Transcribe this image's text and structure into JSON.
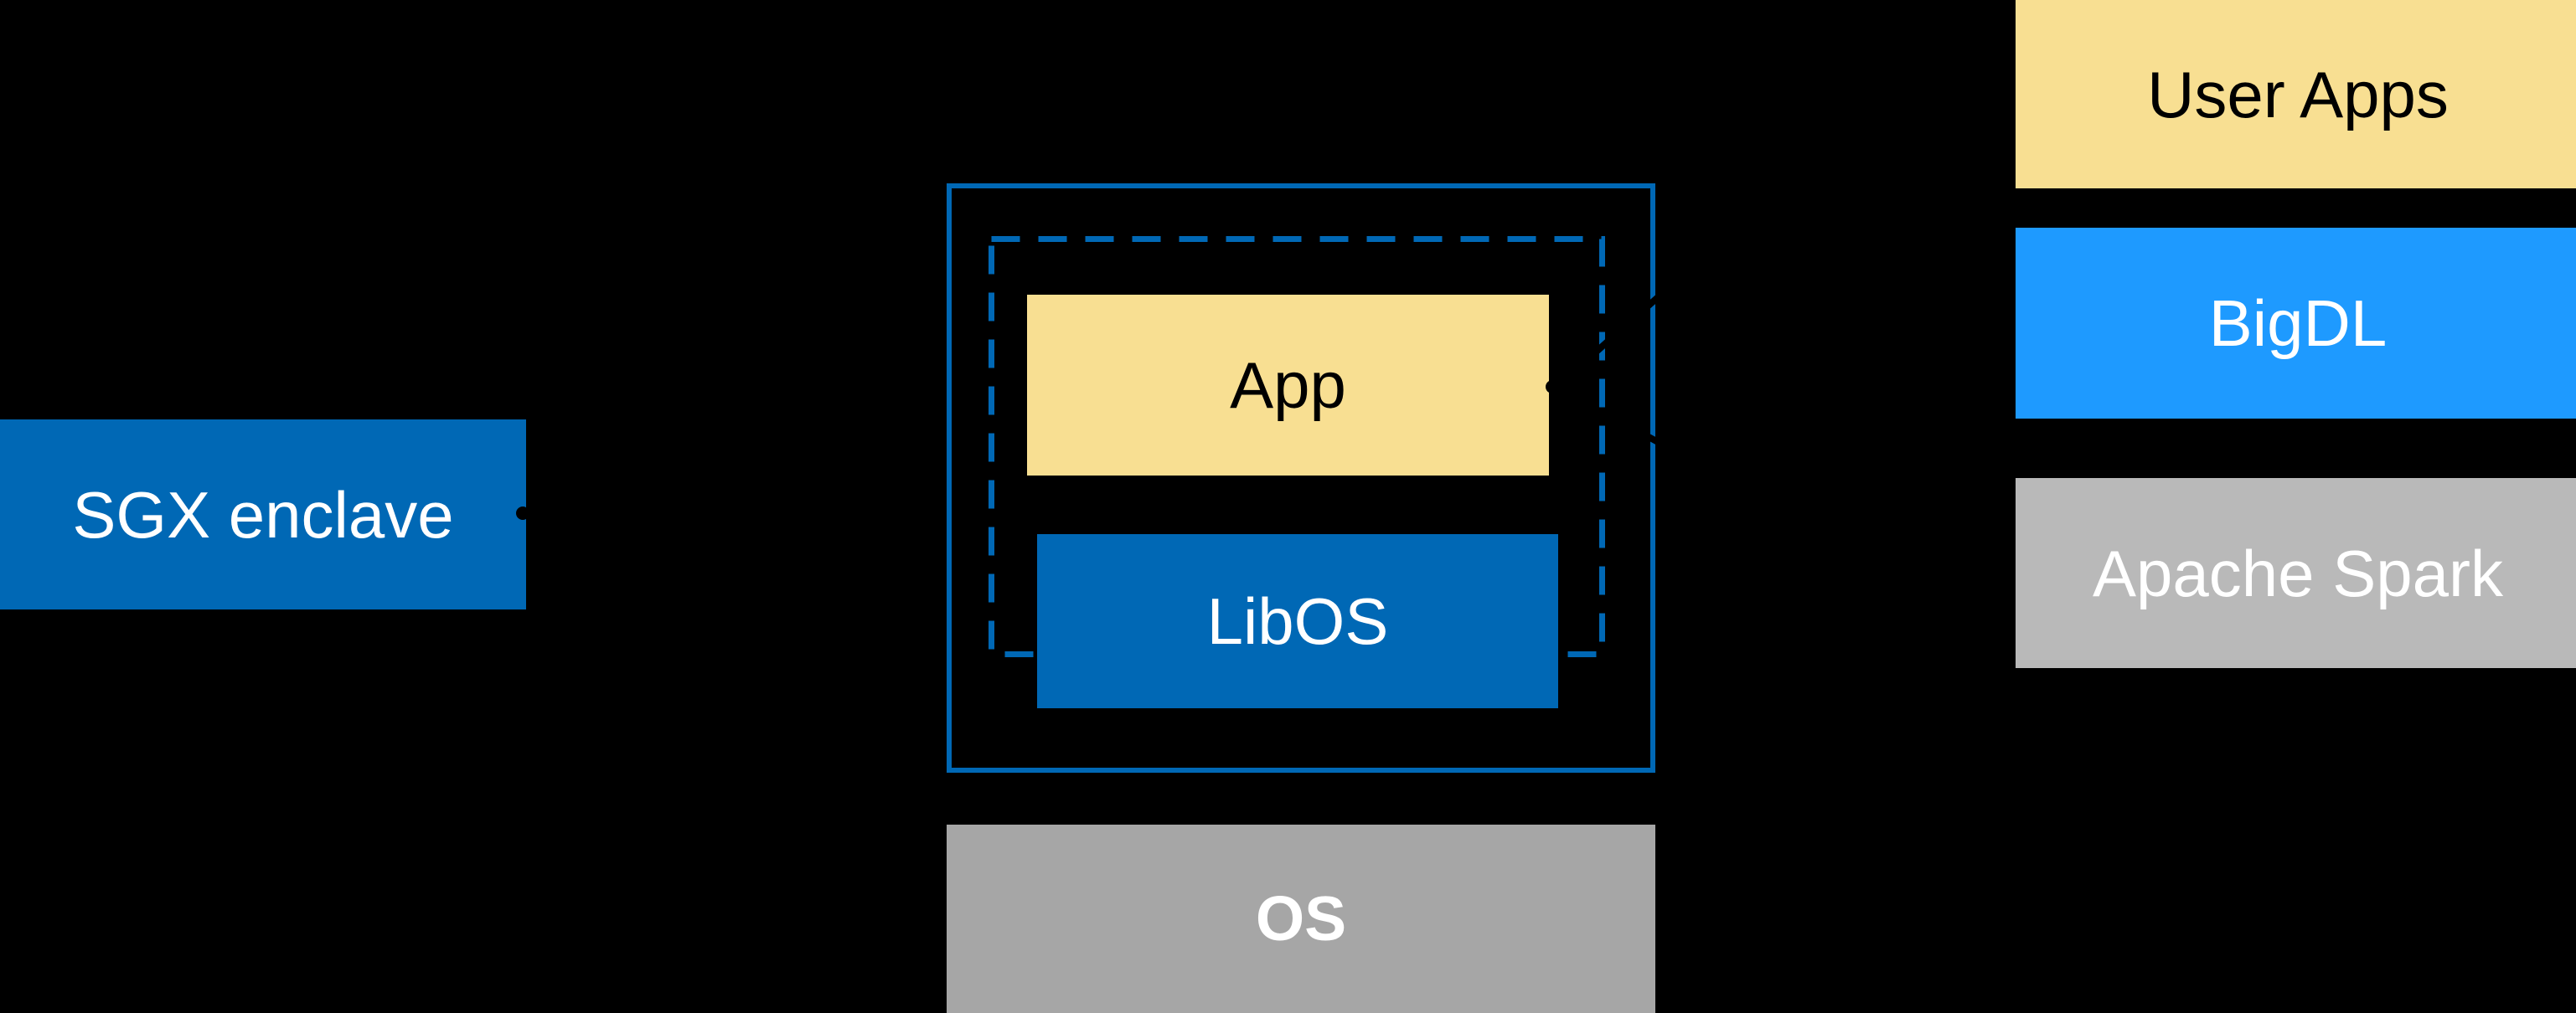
{
  "diagram": {
    "sgx": {
      "label": "SGX enclave"
    },
    "enclave": {
      "app_label": "App",
      "libos_label": "LibOS",
      "os_label": "OS"
    },
    "stack": {
      "user_apps_label": "User Apps",
      "bigdl_label": "BigDL",
      "spark_label": "Apache Spark"
    },
    "colors": {
      "intel_blue": "#0068B5",
      "bright_blue": "#1E9AFF",
      "light_yellow": "#F8DF92",
      "os_gray": "#A6A6A6",
      "spark_gray": "#B9B9B9",
      "annotation_black": "#000000",
      "background": "#000000",
      "text_white": "#FFFFFF",
      "text_black": "#000000"
    }
  }
}
